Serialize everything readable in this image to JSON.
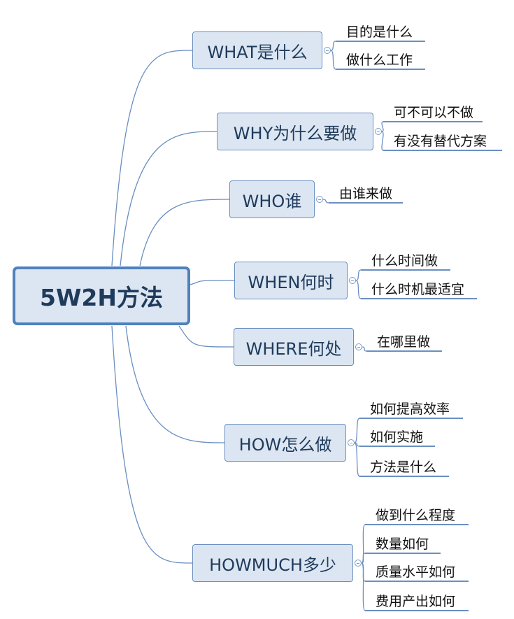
{
  "root": {
    "label": "5W2H方法"
  },
  "branches": [
    {
      "label": "WHAT是什么",
      "leaves": [
        "目的是什么",
        "做什么工作"
      ]
    },
    {
      "label": "WHY为什么要做",
      "leaves": [
        "可不可以不做",
        "有没有替代方案"
      ]
    },
    {
      "label": "WHO谁",
      "leaves": [
        "由谁来做"
      ]
    },
    {
      "label": "WHEN何时",
      "leaves": [
        "什么时间做",
        "什么时机最适宜"
      ]
    },
    {
      "label": "WHERE何处",
      "leaves": [
        "在哪里做"
      ]
    },
    {
      "label": "HOW怎么做",
      "leaves": [
        "如何提高效率",
        "如何实施",
        "方法是什么"
      ]
    },
    {
      "label": "HOWMUCH多少",
      "leaves": [
        "做到什么程度",
        "数量如何",
        "质量水平如何",
        "费用产出如何"
      ]
    }
  ],
  "colors": {
    "line": "#6a8fc0",
    "node_fill": "#dce6f2",
    "root_border": "#4f81bd",
    "text": "#1f3b5c"
  }
}
